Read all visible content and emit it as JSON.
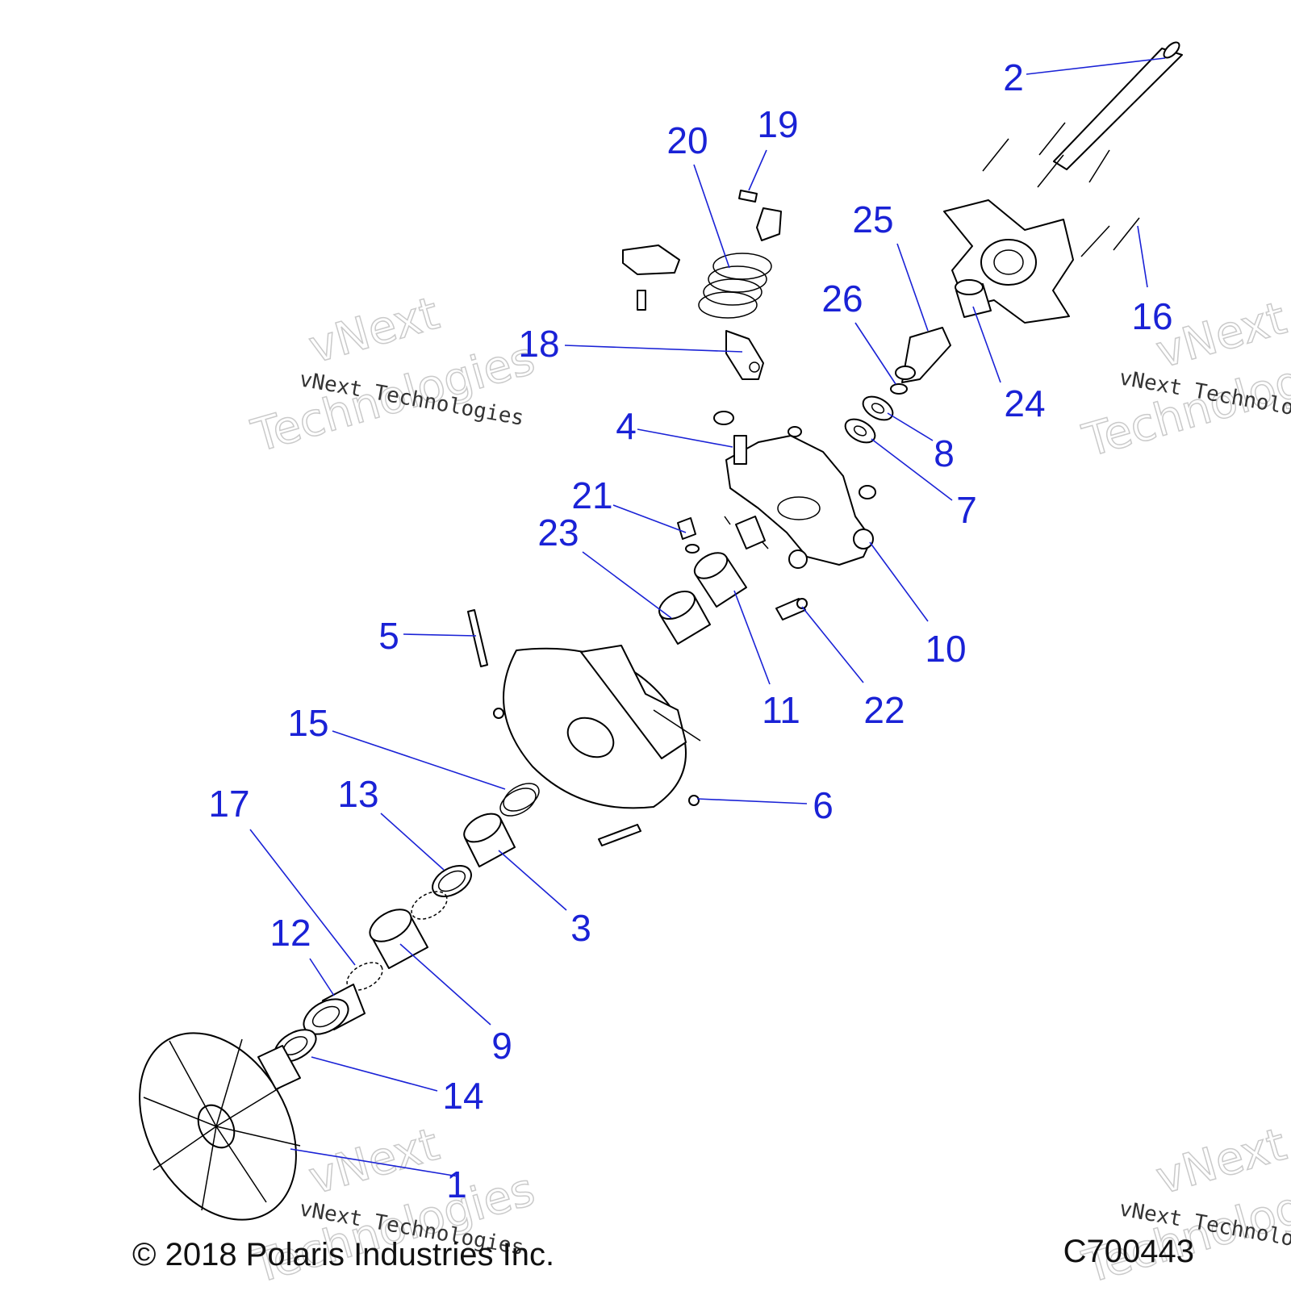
{
  "diagram": {
    "copyright": "© 2018 Polaris Industries Inc.",
    "figure_code": "C700443",
    "watermark": {
      "small_text": "vNext Technologies",
      "big_line1": "vNext",
      "big_line2": "Technologies"
    },
    "callouts": [
      "1",
      "2",
      "3",
      "4",
      "5",
      "6",
      "7",
      "8",
      "9",
      "10",
      "11",
      "12",
      "13",
      "14",
      "15",
      "16",
      "17",
      "18",
      "19",
      "20",
      "21",
      "22",
      "23",
      "24",
      "25",
      "26"
    ],
    "colors": {
      "callout": "#1a22d6",
      "linework": "#000000",
      "shading": "#d6d6d6"
    }
  }
}
